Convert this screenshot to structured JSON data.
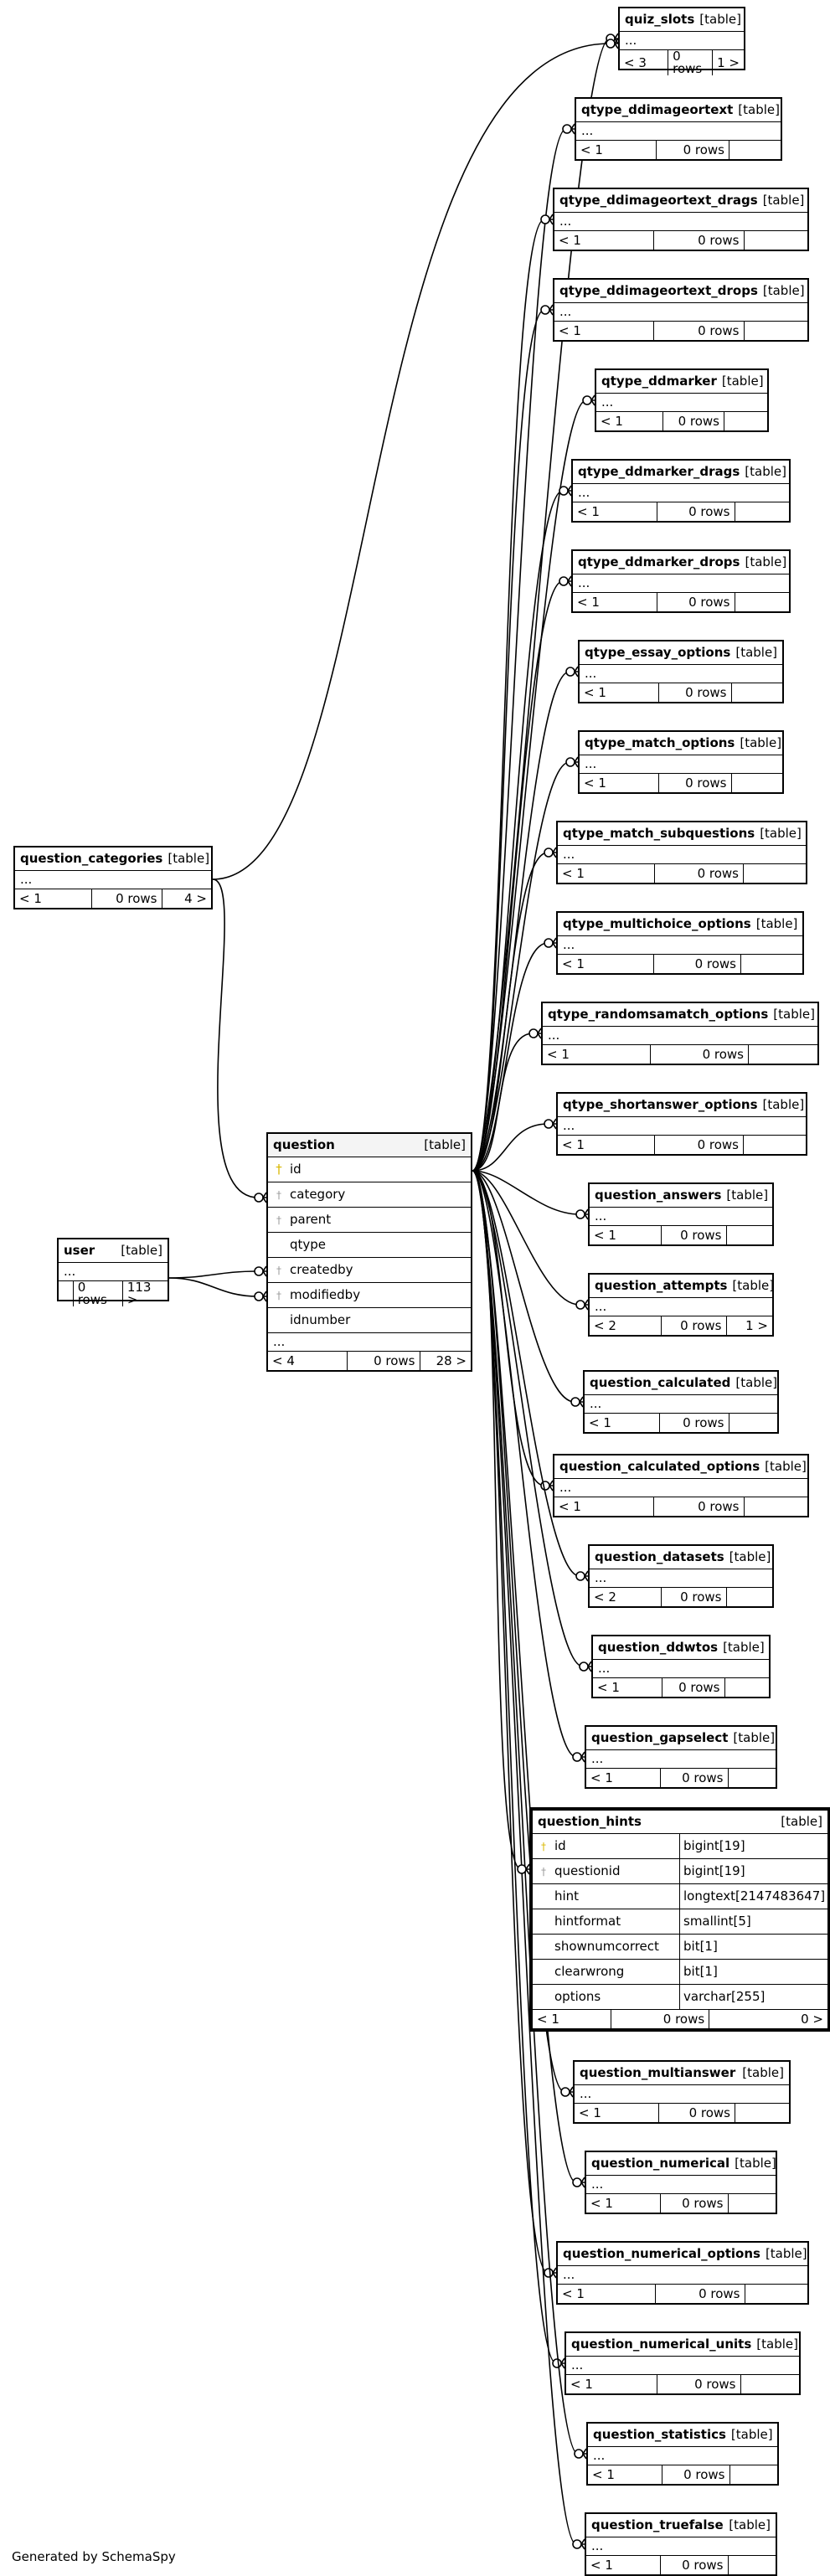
{
  "footer": "Generated by SchemaSpy",
  "kind_label": "[table]",
  "ellipsis": "...",
  "focus": {
    "name": "question_hints",
    "columns": [
      {
        "name": "id",
        "type": "bigint[19]",
        "key": "pk"
      },
      {
        "name": "questionid",
        "type": "bigint[19]",
        "key": "fk"
      },
      {
        "name": "hint",
        "type": "longtext[2147483647]",
        "key": ""
      },
      {
        "name": "hintformat",
        "type": "smallint[5]",
        "key": ""
      },
      {
        "name": "shownumcorrect",
        "type": "bit[1]",
        "key": ""
      },
      {
        "name": "clearwrong",
        "type": "bit[1]",
        "key": ""
      },
      {
        "name": "options",
        "type": "varchar[255]",
        "key": ""
      }
    ],
    "stats": [
      "< 1",
      "0 rows",
      "0 >"
    ]
  },
  "question": {
    "name": "question",
    "columns": [
      {
        "name": "id",
        "key": "pk"
      },
      {
        "name": "category",
        "key": "fk"
      },
      {
        "name": "parent",
        "key": "fk"
      },
      {
        "name": "qtype",
        "key": ""
      },
      {
        "name": "createdby",
        "key": "fk"
      },
      {
        "name": "modifiedby",
        "key": "fk"
      },
      {
        "name": "idnumber",
        "key": ""
      }
    ],
    "stats": [
      "< 4",
      "0 rows",
      "28 >"
    ]
  },
  "question_categories": {
    "name": "question_categories",
    "stats": [
      "< 1",
      "0 rows",
      "4 >"
    ]
  },
  "user": {
    "name": "user",
    "stats": [
      "",
      "0 rows",
      "113 >"
    ]
  },
  "children": [
    {
      "name": "quiz_slots",
      "stats": [
        "< 3",
        "0 rows",
        "1 >"
      ]
    },
    {
      "name": "qtype_ddimageortext",
      "stats": [
        "< 1",
        "0 rows",
        ""
      ]
    },
    {
      "name": "qtype_ddimageortext_drags",
      "stats": [
        "< 1",
        "0 rows",
        ""
      ]
    },
    {
      "name": "qtype_ddimageortext_drops",
      "stats": [
        "< 1",
        "0 rows",
        ""
      ]
    },
    {
      "name": "qtype_ddmarker",
      "stats": [
        "< 1",
        "0 rows",
        ""
      ]
    },
    {
      "name": "qtype_ddmarker_drags",
      "stats": [
        "< 1",
        "0 rows",
        ""
      ]
    },
    {
      "name": "qtype_ddmarker_drops",
      "stats": [
        "< 1",
        "0 rows",
        ""
      ]
    },
    {
      "name": "qtype_essay_options",
      "stats": [
        "< 1",
        "0 rows",
        ""
      ]
    },
    {
      "name": "qtype_match_options",
      "stats": [
        "< 1",
        "0 rows",
        ""
      ]
    },
    {
      "name": "qtype_match_subquestions",
      "stats": [
        "< 1",
        "0 rows",
        ""
      ]
    },
    {
      "name": "qtype_multichoice_options",
      "stats": [
        "< 1",
        "0 rows",
        ""
      ]
    },
    {
      "name": "qtype_randomsamatch_options",
      "stats": [
        "< 1",
        "0 rows",
        ""
      ]
    },
    {
      "name": "qtype_shortanswer_options",
      "stats": [
        "< 1",
        "0 rows",
        ""
      ]
    },
    {
      "name": "question_answers",
      "stats": [
        "< 1",
        "0 rows",
        ""
      ]
    },
    {
      "name": "question_attempts",
      "stats": [
        "< 2",
        "0 rows",
        "1 >"
      ]
    },
    {
      "name": "question_calculated",
      "stats": [
        "< 1",
        "0 rows",
        ""
      ]
    },
    {
      "name": "question_calculated_options",
      "stats": [
        "< 1",
        "0 rows",
        ""
      ]
    },
    {
      "name": "question_datasets",
      "stats": [
        "< 2",
        "0 rows",
        ""
      ]
    },
    {
      "name": "question_ddwtos",
      "stats": [
        "< 1",
        "0 rows",
        ""
      ]
    },
    {
      "name": "question_gapselect",
      "stats": [
        "< 1",
        "0 rows",
        ""
      ]
    },
    {
      "name": "question_multianswer",
      "stats": [
        "< 1",
        "0 rows",
        ""
      ]
    },
    {
      "name": "question_numerical",
      "stats": [
        "< 1",
        "0 rows",
        ""
      ]
    },
    {
      "name": "question_numerical_options",
      "stats": [
        "< 1",
        "0 rows",
        ""
      ]
    },
    {
      "name": "question_numerical_units",
      "stats": [
        "< 1",
        "0 rows",
        ""
      ]
    },
    {
      "name": "question_statistics",
      "stats": [
        "< 1",
        "0 rows",
        ""
      ]
    },
    {
      "name": "question_truefalse",
      "stats": [
        "< 1",
        "0 rows",
        ""
      ]
    }
  ]
}
